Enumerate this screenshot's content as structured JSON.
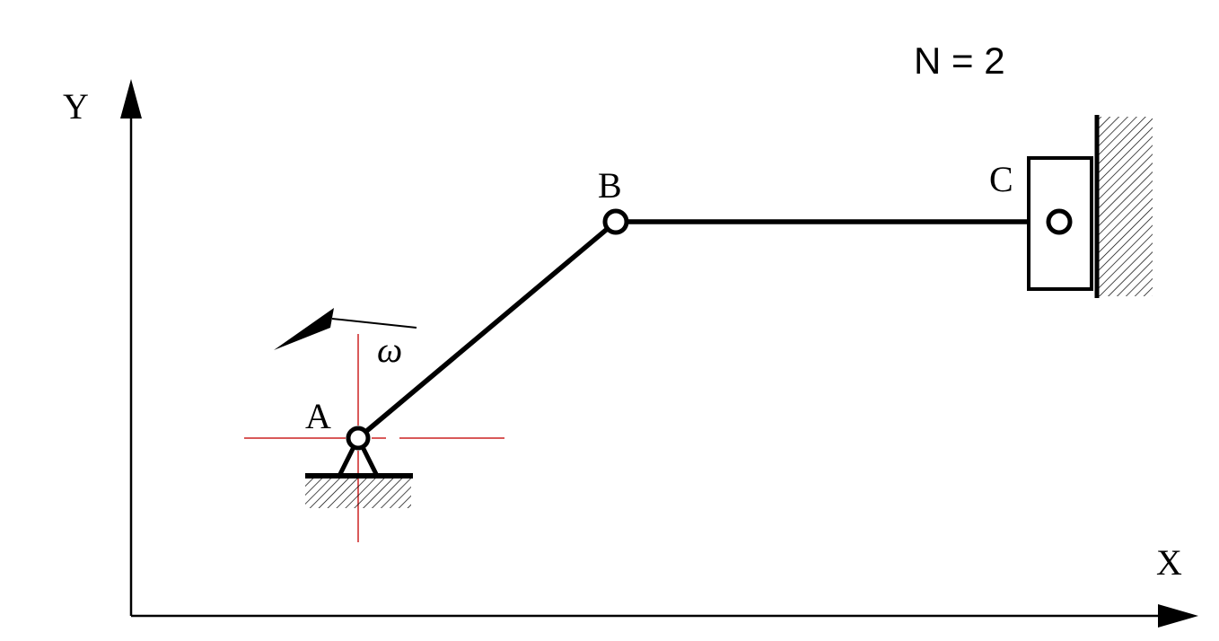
{
  "diagram": {
    "mechanism_type": "slider-crank",
    "links_count_label": "N = 2",
    "axes": {
      "x_label": "X",
      "y_label": "Y"
    },
    "joints": {
      "a_label": "A",
      "b_label": "B",
      "c_label": "C"
    },
    "angular_velocity_label": "ω",
    "colors": {
      "ink": "#000000",
      "center_lines": "#cc2222",
      "background": "#ffffff"
    }
  }
}
